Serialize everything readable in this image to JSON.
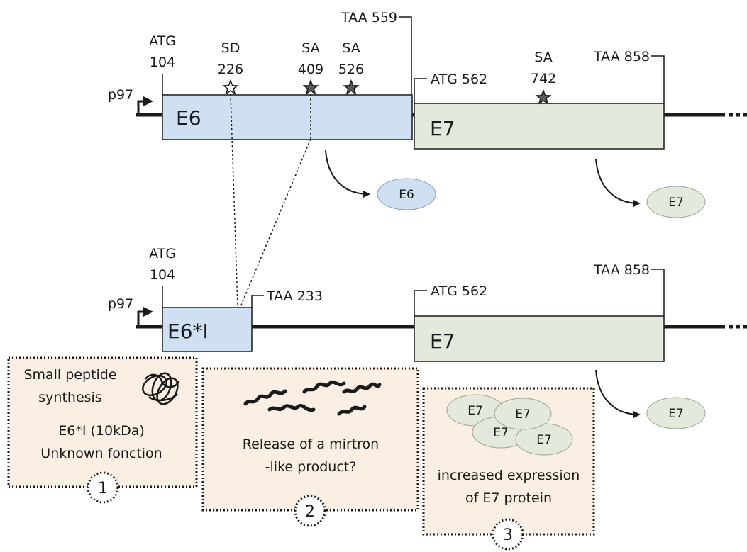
{
  "colors": {
    "e6_fill": "#cfe0f3",
    "e7_fill": "#e3e9dd",
    "note_fill": "#fbefe3",
    "stroke": "#1a1a1a",
    "star_fill": "#5a5a5a"
  },
  "top_transcript": {
    "promoter": "p97",
    "atg_start": {
      "line1": "ATG",
      "line2": "104"
    },
    "sd": {
      "line1": "SD",
      "line2": "226"
    },
    "sa1": {
      "line1": "SA",
      "line2": "409"
    },
    "sa2": {
      "line1": "SA",
      "line2": "526"
    },
    "sa3": {
      "line1": "SA",
      "line2": "742"
    },
    "taa_e6": "TAA 559",
    "atg_e7": "ATG 562",
    "taa_e7": "TAA 858",
    "e6_label": "E6",
    "e7_label": "E7",
    "e6_protein": "E6",
    "e7_protein": "E7"
  },
  "bottom_transcript": {
    "promoter": "p97",
    "atg_start": {
      "line1": "ATG",
      "line2": "104"
    },
    "taa_e6i": "TAA 233",
    "atg_e7": "ATG 562",
    "taa_e7": "TAA 858",
    "e6i_label": "E6*I",
    "e7_label": "E7",
    "e7_protein": "E7"
  },
  "notes": [
    {
      "number": "1",
      "lines": [
        "Small peptide",
        "synthesis",
        "E6*I (10kDa)",
        "Unknown fonction"
      ]
    },
    {
      "number": "2",
      "lines": [
        "Release of a mirtron",
        "-like product?"
      ]
    },
    {
      "number": "3",
      "lines": [
        "increased expression",
        "of E7 protein"
      ],
      "ovals": [
        "E7",
        "E7",
        "E7",
        "E7"
      ]
    }
  ]
}
